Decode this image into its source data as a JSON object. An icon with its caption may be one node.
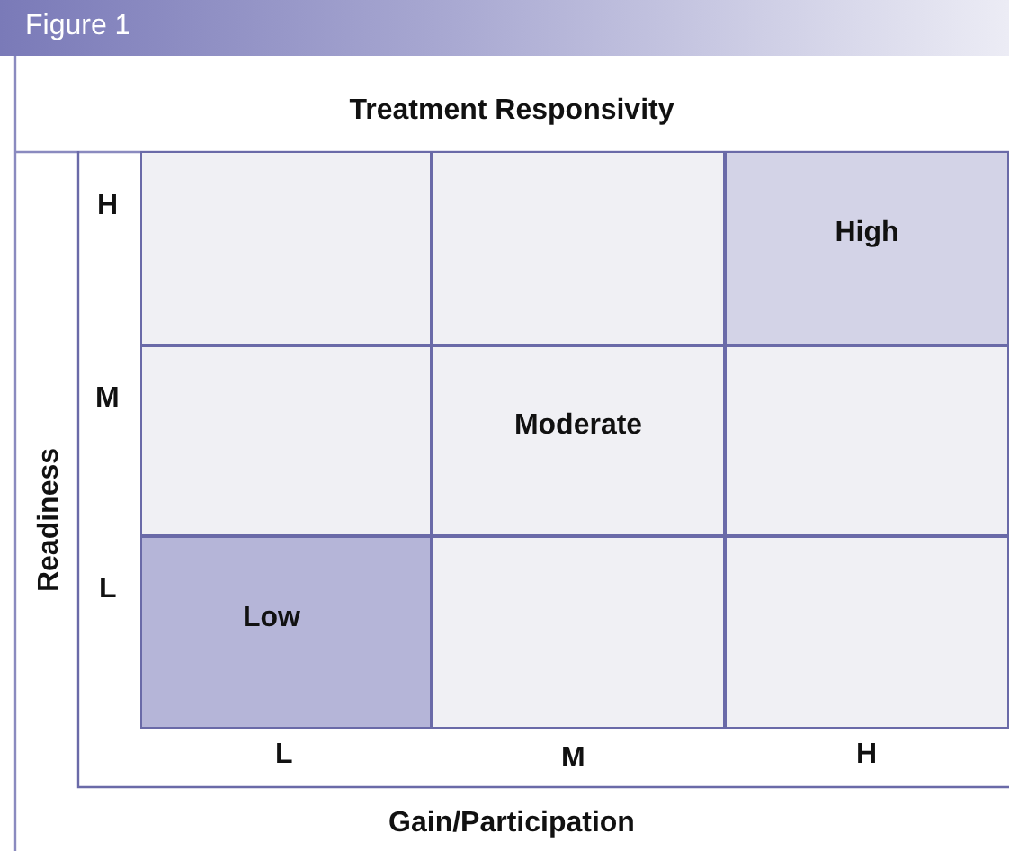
{
  "diagram": {
    "title": "Treatment Responsivity",
    "nodes": [
      {
        "text": [],
        "shape": "box"
      },
      {
        "text": [],
        "shape": "box"
      },
      {
        "text": [
          "High"
        ]
      },
      {
        "text": [],
        "shape": "box"
      },
      {
        "text": [
          "Moderate"
        ]
      },
      {
        "text": [],
        "shape": "box"
      },
      {
        "text": [
          "Low"
        ]
      },
      {
        "text": [],
        "shape": "box"
      },
      {
        "text": [],
        "shape": "box"
      }
    ],
    "labels": [
      "Figure 1",
      "Readiness",
      "H",
      "M",
      "L",
      "L",
      "M",
      "H",
      "Gain/Participation"
    ]
  }
}
